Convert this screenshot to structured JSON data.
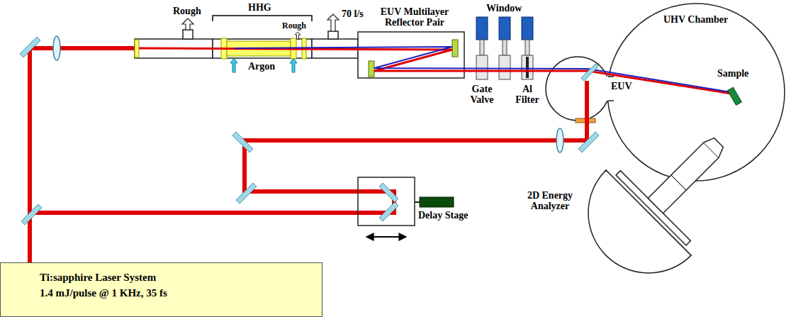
{
  "diagram": {
    "nodes": [
      {
        "text": [
          "Ti:sapphire Laser System",
          "1.4 mJ/pulse @ 1 KHz, 35 fs"
        ]
      }
    ],
    "labels": [
      "Rough",
      "HHG",
      "Rough",
      "70 l/s",
      "EUV Multilayer Reflector Pair",
      "Window",
      "UHV Chamber",
      "Argon",
      "Sample",
      "Gate Valve",
      "Al Filter",
      "EUV",
      "Delay Stage",
      "2D Energy Analyzer"
    ]
  }
}
